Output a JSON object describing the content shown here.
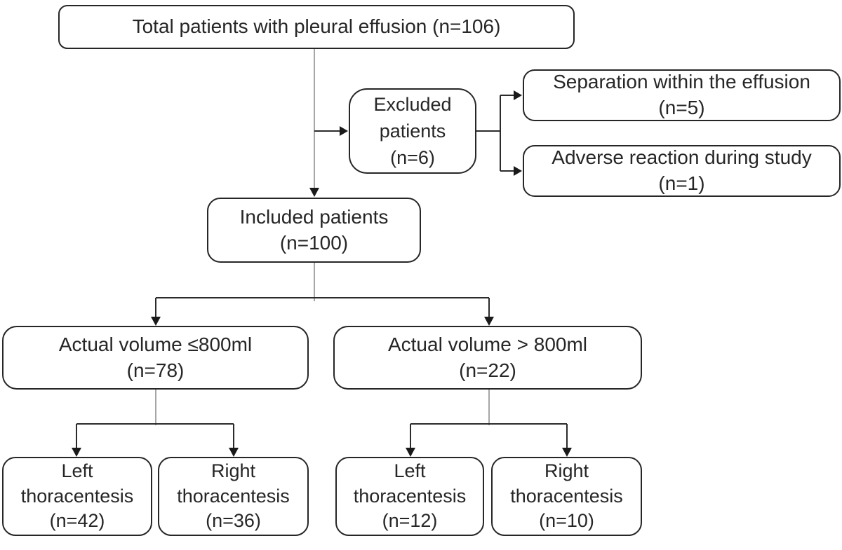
{
  "nodes": {
    "total": {
      "text": "Total patients with pleural effusion (n=106)"
    },
    "excluded": {
      "text": "Excluded\npatients\n(n=6)"
    },
    "separation": {
      "text": "Separation within the effusion\n(n=5)"
    },
    "adverse": {
      "text": "Adverse reaction during study\n(n=1)"
    },
    "included": {
      "text": "Included patients\n(n=100)"
    },
    "volume_low": {
      "text": "Actual volume ≤800ml\n(n=78)"
    },
    "volume_high": {
      "text": "Actual volume > 800ml\n(n=22)"
    },
    "low_left": {
      "text": "Left\nthoracentesis\n(n=42)"
    },
    "low_right": {
      "text": "Right\nthoracentesis\n(n=36)"
    },
    "high_left": {
      "text": "Left\nthoracentesis\n(n=12)"
    },
    "high_right": {
      "text": "Right\nthoracentesis\n(n=10)"
    }
  },
  "colors": {
    "background": "#ffffff",
    "box_border": "#262626",
    "text": "#262626",
    "connector": "#2b2b2b",
    "connector_stub": "#a6a6a6",
    "arrowhead": "#1a1a1a"
  }
}
